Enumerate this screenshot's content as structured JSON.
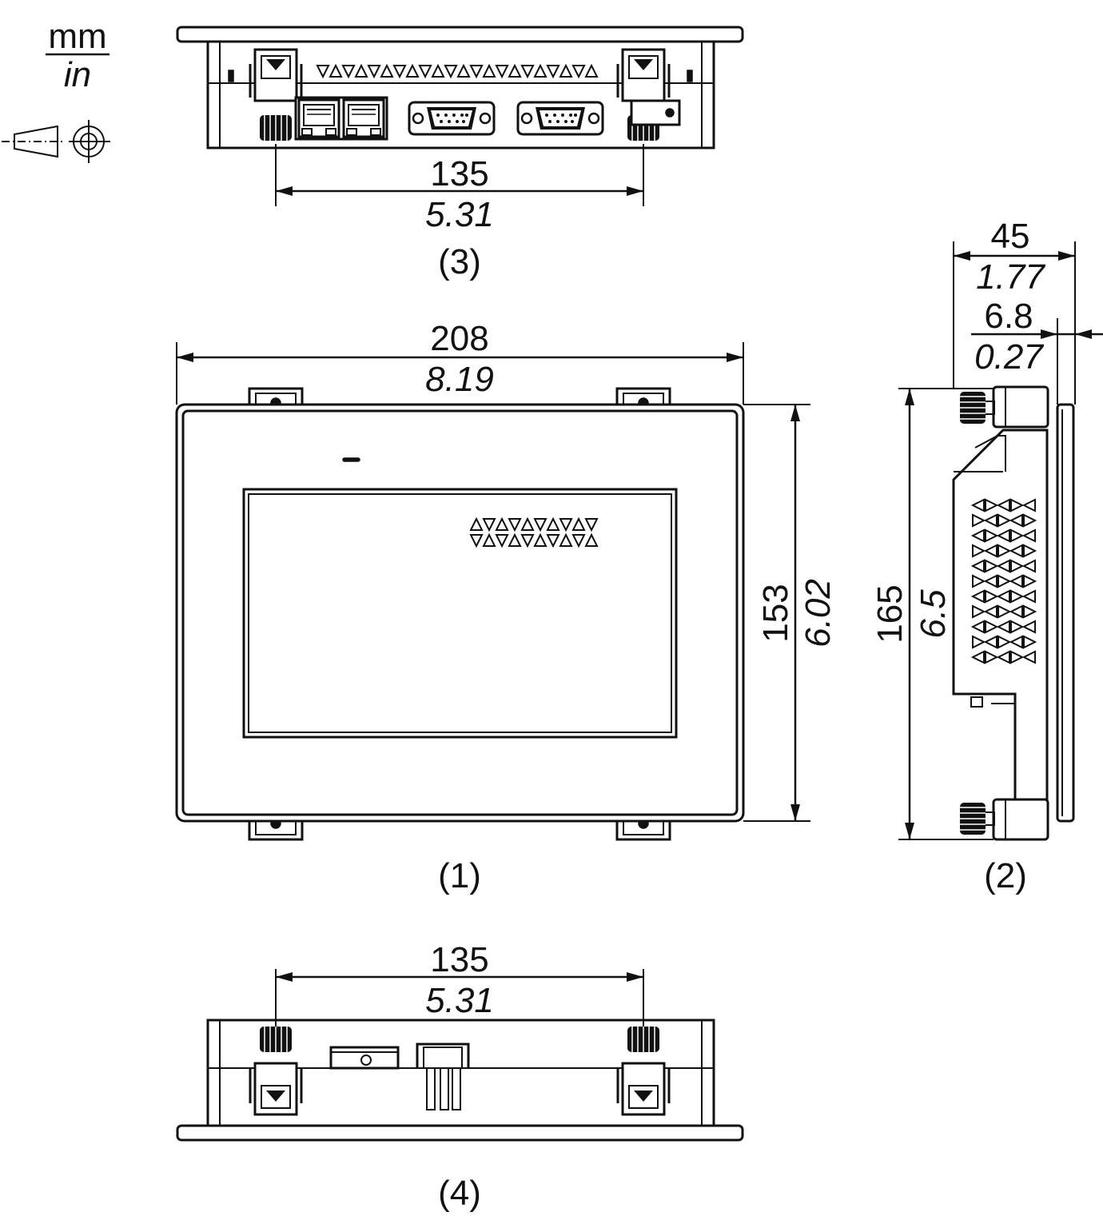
{
  "units": {
    "primary": "mm",
    "secondary": "in"
  },
  "views": {
    "front": {
      "label": "(1)",
      "width_mm": "208",
      "width_in": "8.19",
      "height_mm": "153",
      "height_in": "6.02"
    },
    "side": {
      "label": "(2)",
      "depth_mm": "45",
      "depth_in": "1.77",
      "bezel_mm": "6.8",
      "bezel_in": "0.27",
      "height_mm": "165",
      "height_in": "6.5"
    },
    "top": {
      "label": "(3)",
      "clip_spacing_mm": "135",
      "clip_spacing_in": "5.31"
    },
    "bottom": {
      "label": "(4)",
      "clip_spacing_mm": "135",
      "clip_spacing_in": "5.31"
    }
  },
  "icons": [
    "third-angle-projection-icon"
  ],
  "colors": {
    "line": "#111111",
    "background": "#ffffff"
  }
}
